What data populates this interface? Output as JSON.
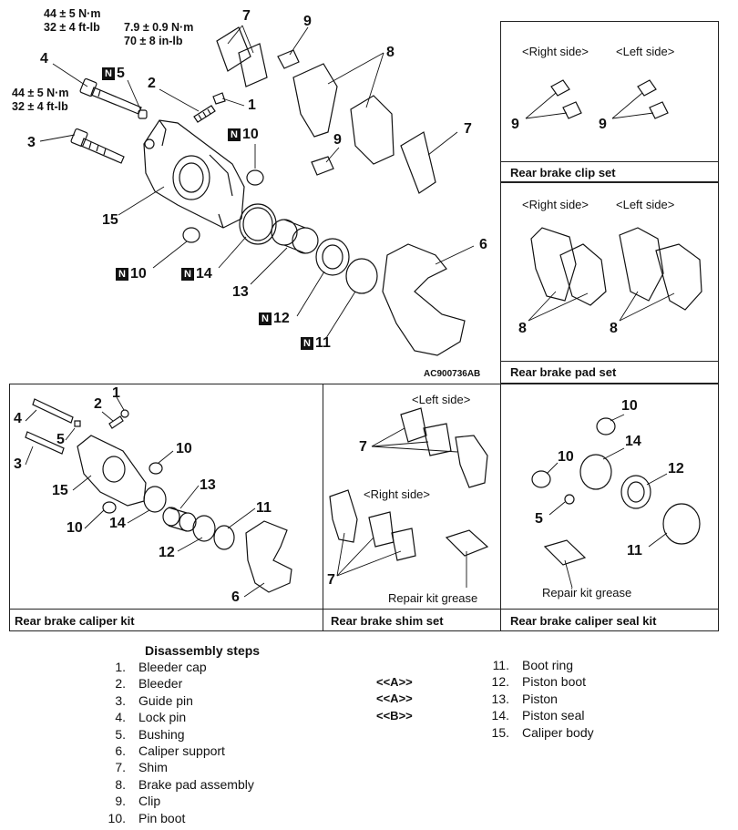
{
  "main": {
    "torque_guide_pin": [
      "44 ± 5 N·m",
      "32 ± 4 ft-lb"
    ],
    "torque_lock_pin": [
      "44 ± 5 N·m",
      "32 ± 4 ft-lb"
    ],
    "torque_bleeder": [
      "7.9 ± 0.9 N·m",
      "70 ± 8 in-lb"
    ],
    "figure_code": "AC900736AB",
    "labels": {
      "l1": "1",
      "l2": "2",
      "l3": "3",
      "l4": "4",
      "l5": "5",
      "l6": "6",
      "l7a": "7",
      "l7b": "7",
      "l8": "8",
      "l9a": "9",
      "l9b": "9",
      "l10a": "10",
      "l10b": "10",
      "l11": "11",
      "l12": "12",
      "l13": "13",
      "l14": "14",
      "l15": "15"
    },
    "n_mark": "N"
  },
  "panels": {
    "clip_set": {
      "title": "Rear brake clip set",
      "right": "<Right side>",
      "left": "<Left side>",
      "n1": "9",
      "n2": "9"
    },
    "pad_set": {
      "title": "Rear brake pad set",
      "right": "<Right side>",
      "left": "<Left side>",
      "n1": "8",
      "n2": "8"
    },
    "caliper_kit": {
      "title": "Rear brake caliper kit",
      "labels": {
        "a1": "1",
        "a2": "2",
        "a3": "3",
        "a4": "4",
        "a5": "5",
        "a6": "6",
        "a10a": "10",
        "a10b": "10",
        "a11": "11",
        "a12": "12",
        "a13": "13",
        "a14": "14",
        "a15": "15"
      }
    },
    "shim_set": {
      "title": "Rear brake shim set",
      "left": "<Left side>",
      "right": "<Right side>",
      "n1": "7",
      "n2": "7",
      "grease": "Repair kit grease"
    },
    "seal_kit": {
      "title": "Rear brake caliper seal kit",
      "grease": "Repair kit grease",
      "labels": {
        "s10a": "10",
        "s10b": "10",
        "s14": "14",
        "s12": "12",
        "s5": "5",
        "s11": "11"
      }
    }
  },
  "steps": {
    "title": "Disassembly steps",
    "items_left": [
      {
        "n": "1.",
        "t": "Bleeder cap"
      },
      {
        "n": "2.",
        "t": "Bleeder"
      },
      {
        "n": "3.",
        "t": "Guide pin"
      },
      {
        "n": "4.",
        "t": "Lock pin"
      },
      {
        "n": "5.",
        "t": "Bushing"
      },
      {
        "n": "6.",
        "t": "Caliper support"
      },
      {
        "n": "7.",
        "t": "Shim"
      },
      {
        "n": "8.",
        "t": "Brake pad assembly"
      },
      {
        "n": "9.",
        "t": "Clip"
      },
      {
        "n": "10.",
        "t": "Pin boot"
      }
    ],
    "marks": [
      "<<A>>",
      "<<A>>",
      "<<B>>"
    ],
    "items_right": [
      {
        "n": "11.",
        "t": "Boot ring"
      },
      {
        "n": "12.",
        "t": "Piston boot"
      },
      {
        "n": "13.",
        "t": "Piston"
      },
      {
        "n": "14.",
        "t": "Piston seal"
      },
      {
        "n": "15.",
        "t": "Caliper body"
      }
    ]
  }
}
